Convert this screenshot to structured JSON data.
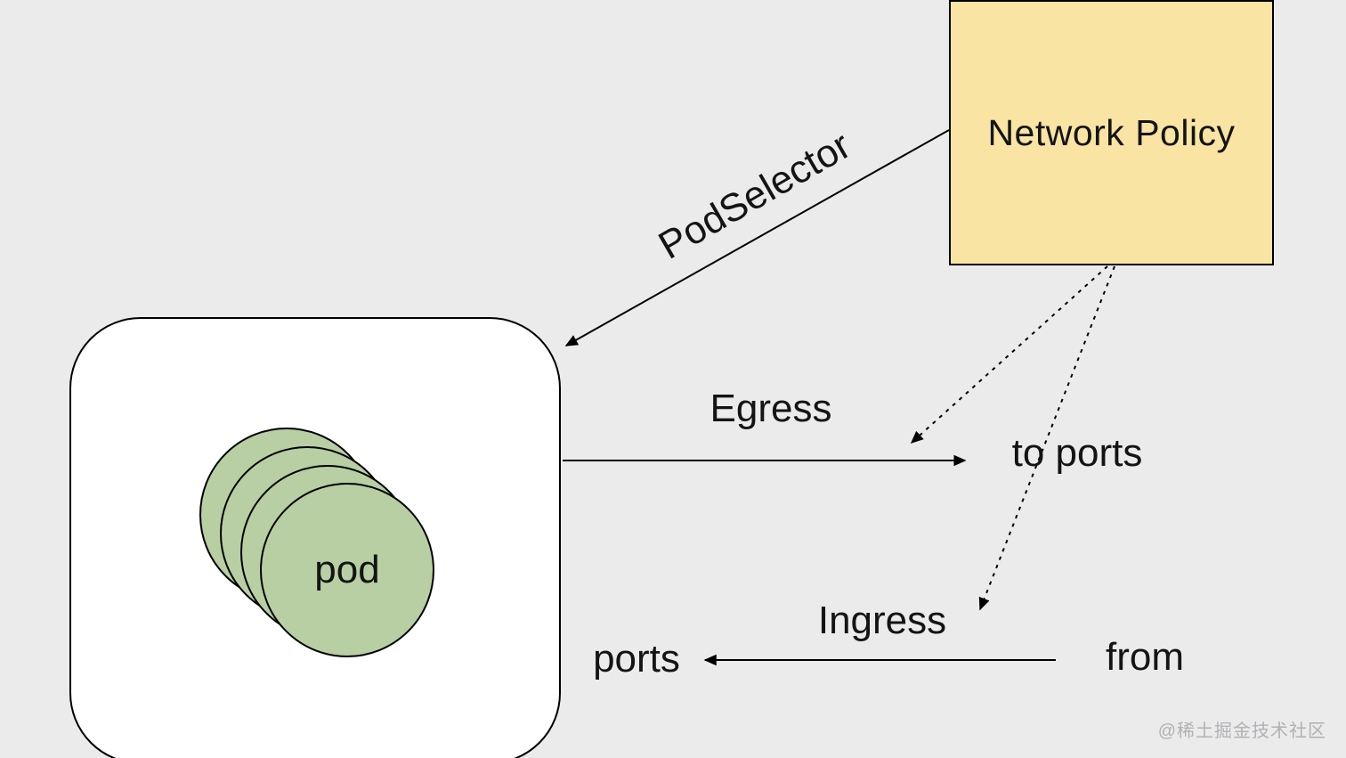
{
  "canvas": {
    "background_color": "#ebebeb",
    "line_color": "#000000",
    "text_color": "#141414"
  },
  "nodes": {
    "network_policy": {
      "label": "Network Policy",
      "fill": "#f9e4a4",
      "stroke": "#000000"
    },
    "pod_group": {
      "fill": "#ffffff",
      "stroke": "#000000"
    },
    "pod_stack": {
      "label": "pod",
      "fill": "#b8cfa3",
      "stroke": "#000000",
      "stack_count": 4
    }
  },
  "edges": {
    "pod_selector": {
      "label": "PodSelector",
      "style": "solid",
      "from": "network_policy",
      "to": "pod_group"
    },
    "egress": {
      "label": "Egress",
      "style": "solid",
      "from": "pod_group",
      "to": "to_ports"
    },
    "np_to_ports": {
      "label": "",
      "style": "dashed",
      "from": "network_policy",
      "to": "to_ports"
    },
    "np_to_ingress": {
      "label": "",
      "style": "dashed",
      "from": "network_policy",
      "to": "ingress"
    },
    "ingress": {
      "label": "Ingress",
      "style": "solid",
      "from": "from",
      "to": "ports"
    }
  },
  "floating_labels": {
    "to_ports": "to ports",
    "ports": "ports",
    "from": "from"
  },
  "watermark": {
    "text": "@稀土掘金技术社区",
    "color": "#b1b1b5"
  }
}
